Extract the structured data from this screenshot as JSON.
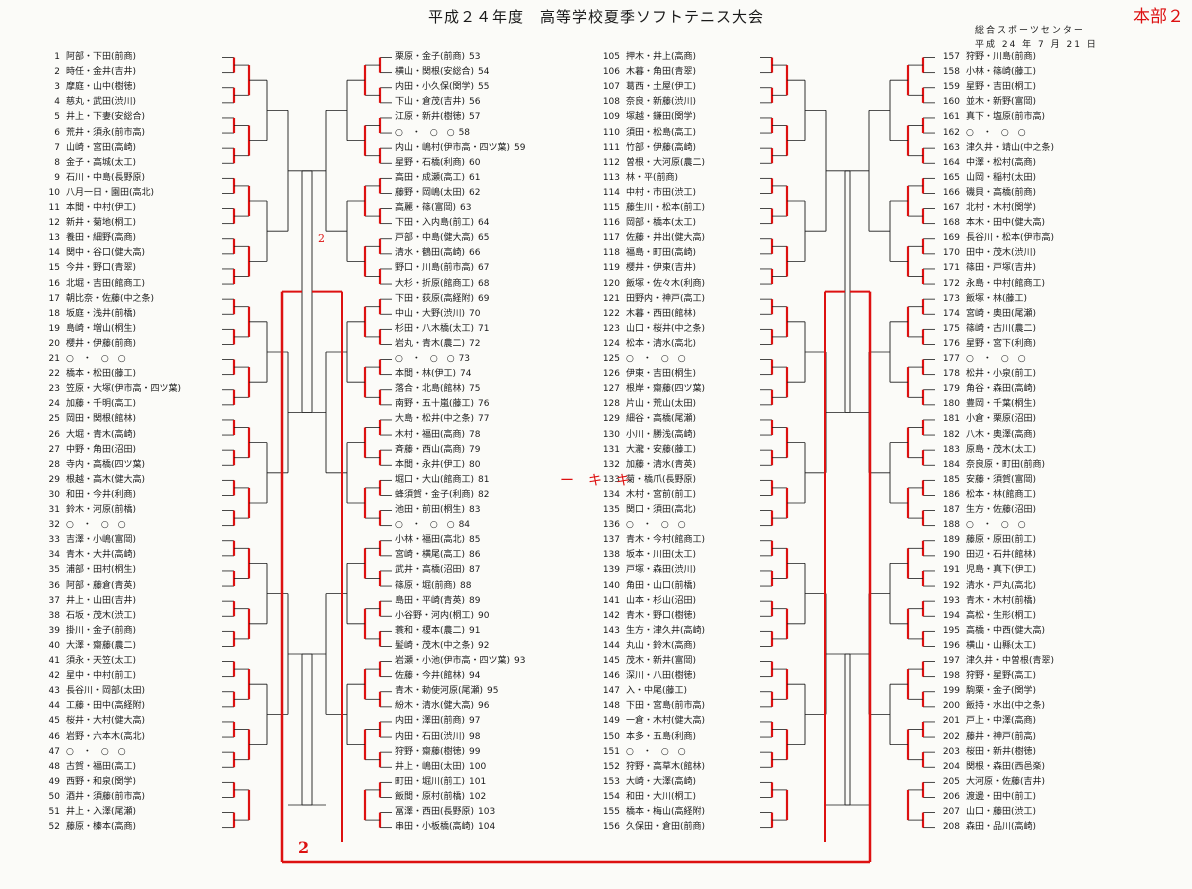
{
  "header": {
    "title": "平成２４年度　高等学校夏季ソフトテニス大会",
    "corner_mark": "本部２",
    "venue": "総合スポーツセンター",
    "date": "平成 24 年 7 月 21 日"
  },
  "col1": [
    {
      "n": "1",
      "t": "阿部・下田(前商)"
    },
    {
      "n": "2",
      "t": "時任・金井(吉井)"
    },
    {
      "n": "3",
      "t": "摩庭・山中(樹徳)"
    },
    {
      "n": "4",
      "t": "慈丸・武田(渋川)"
    },
    {
      "n": "5",
      "t": "井上・下妻(安総合)"
    },
    {
      "n": "6",
      "t": "荒井・須永(前市高)"
    },
    {
      "n": "7",
      "t": "山崎・宮田(高崎)"
    },
    {
      "n": "8",
      "t": "金子・高城(太工)"
    },
    {
      "n": "9",
      "t": "石川・中島(長野原)"
    },
    {
      "n": "10",
      "t": "八月一日・園田(高北)"
    },
    {
      "n": "11",
      "t": "本間・中村(伊工)"
    },
    {
      "n": "12",
      "t": "新井・菊地(桐工)"
    },
    {
      "n": "13",
      "t": "養田・細野(高商)"
    },
    {
      "n": "14",
      "t": "関中・谷口(健大高)"
    },
    {
      "n": "15",
      "t": "今井・野口(青翠)"
    },
    {
      "n": "16",
      "t": "北堀・吉田(館商工)"
    },
    {
      "n": "17",
      "t": "朝比奈・佐藤(中之条)"
    },
    {
      "n": "18",
      "t": "坂庭・浅井(前橋)"
    },
    {
      "n": "19",
      "t": "島崎・増山(桐生)"
    },
    {
      "n": "20",
      "t": "櫻井・伊藤(前商)"
    },
    {
      "n": "21",
      "t": "○　・　○　○"
    },
    {
      "n": "22",
      "t": "橋本・松田(藤工)"
    },
    {
      "n": "23",
      "t": "笠原・大塚(伊市高・四ツ葉)"
    },
    {
      "n": "24",
      "t": "加藤・千明(高工)"
    },
    {
      "n": "25",
      "t": "岡田・関根(館林)"
    },
    {
      "n": "26",
      "t": "大堀・青木(高崎)"
    },
    {
      "n": "27",
      "t": "中野・角田(沼田)"
    },
    {
      "n": "28",
      "t": "寺内・高橋(四ツ葉)"
    },
    {
      "n": "29",
      "t": "根越・高木(健大高)"
    },
    {
      "n": "30",
      "t": "和田・今井(利商)"
    },
    {
      "n": "31",
      "t": "鈴木・河原(前橋)"
    },
    {
      "n": "32",
      "t": "○　・　○　○"
    },
    {
      "n": "33",
      "t": "吉澤・小嶋(富岡)"
    },
    {
      "n": "34",
      "t": "青木・大井(高崎)"
    },
    {
      "n": "35",
      "t": "浦部・田村(桐生)"
    },
    {
      "n": "36",
      "t": "阿部・藤倉(青英)"
    },
    {
      "n": "37",
      "t": "井上・山田(吉井)"
    },
    {
      "n": "38",
      "t": "石坂・茂木(渋工)"
    },
    {
      "n": "39",
      "t": "掛川・金子(前商)"
    },
    {
      "n": "40",
      "t": "大澤・齋藤(農二)"
    },
    {
      "n": "41",
      "t": "須永・天笠(太工)"
    },
    {
      "n": "42",
      "t": "星中・中村(前工)"
    },
    {
      "n": "43",
      "t": "長谷川・岡部(太田)"
    },
    {
      "n": "44",
      "t": "工藤・田中(高経附)"
    },
    {
      "n": "45",
      "t": "桜井・大村(健大高)"
    },
    {
      "n": "46",
      "t": "岩野・六本木(高北)"
    },
    {
      "n": "47",
      "t": "○　・　○　○"
    },
    {
      "n": "48",
      "t": "古賀・福田(高工)"
    },
    {
      "n": "49",
      "t": "西野・和泉(関学)"
    },
    {
      "n": "50",
      "t": "酒井・須藤(前市高)"
    },
    {
      "n": "51",
      "t": "井上・入澤(尾瀬)"
    },
    {
      "n": "52",
      "t": "藤原・榛本(高商)"
    }
  ],
  "col2": [
    {
      "n": "53",
      "t": "栗原・金子(前商)"
    },
    {
      "n": "54",
      "t": "横山・関根(安総合)"
    },
    {
      "n": "55",
      "t": "内田・小久保(関学)"
    },
    {
      "n": "56",
      "t": "下山・倉茂(吉井)"
    },
    {
      "n": "57",
      "t": "江原・新井(樹徳)"
    },
    {
      "n": "58",
      "t": "○　・　○　○"
    },
    {
      "n": "59",
      "t": "内山・嶋村(伊市高・四ツ葉)"
    },
    {
      "n": "60",
      "t": "星野・石橋(利商)"
    },
    {
      "n": "61",
      "t": "高田・成瀬(高工)"
    },
    {
      "n": "62",
      "t": "藤野・岡嶋(太田)"
    },
    {
      "n": "63",
      "t": "高麗・篠(富岡)"
    },
    {
      "n": "64",
      "t": "下田・入内島(前工)"
    },
    {
      "n": "65",
      "t": "戸部・中島(健大高)"
    },
    {
      "n": "66",
      "t": "清水・鶴田(高崎)"
    },
    {
      "n": "67",
      "t": "野口・川島(前市高)"
    },
    {
      "n": "68",
      "t": "大杉・折原(館商工)"
    },
    {
      "n": "69",
      "t": "下田・荻原(高経附)"
    },
    {
      "n": "70",
      "t": "中山・大野(渋川)"
    },
    {
      "n": "71",
      "t": "杉田・八木橋(太工)"
    },
    {
      "n": "72",
      "t": "岩丸・青木(農二)"
    },
    {
      "n": "73",
      "t": "○　・　○　○"
    },
    {
      "n": "74",
      "t": "本間・林(伊工)"
    },
    {
      "n": "75",
      "t": "落合・北島(館林)"
    },
    {
      "n": "76",
      "t": "南野・五十嵐(藤工)"
    },
    {
      "n": "77",
      "t": "大島・松井(中之条)"
    },
    {
      "n": "78",
      "t": "木村・福田(高商)"
    },
    {
      "n": "79",
      "t": "斉藤・西山(高商)"
    },
    {
      "n": "80",
      "t": "本間・永井(伊工)"
    },
    {
      "n": "81",
      "t": "堀口・大山(館商工)"
    },
    {
      "n": "82",
      "t": "蜂須賀・金子(利商)"
    },
    {
      "n": "83",
      "t": "池田・前田(桐生)"
    },
    {
      "n": "84",
      "t": "○　・　○　○"
    },
    {
      "n": "85",
      "t": "小林・福田(高北)"
    },
    {
      "n": "86",
      "t": "宮崎・横尾(高工)"
    },
    {
      "n": "87",
      "t": "武井・高橋(沼田)"
    },
    {
      "n": "88",
      "t": "篠原・堀(前商)"
    },
    {
      "n": "89",
      "t": "島田・平崎(青英)"
    },
    {
      "n": "90",
      "t": "小谷野・河内(桐工)"
    },
    {
      "n": "91",
      "t": "蓑和・榎本(農二)"
    },
    {
      "n": "92",
      "t": "髪崎・茂木(中之条)"
    },
    {
      "n": "93",
      "t": "岩瀬・小池(伊市高・四ツ葉)"
    },
    {
      "n": "94",
      "t": "佐藤・今井(館林)"
    },
    {
      "n": "95",
      "t": "青木・勅使河原(尾瀬)"
    },
    {
      "n": "96",
      "t": "紛木・清水(健大高)"
    },
    {
      "n": "97",
      "t": "内田・澤田(前商)"
    },
    {
      "n": "98",
      "t": "内田・石田(渋川)"
    },
    {
      "n": "99",
      "t": "狩野・齋藤(樹徳)"
    },
    {
      "n": "100",
      "t": "井上・嶋田(太田)"
    },
    {
      "n": "101",
      "t": "町田・堀川(前工)"
    },
    {
      "n": "102",
      "t": "飯間・原村(前橋)"
    },
    {
      "n": "103",
      "t": "冨澤・西田(長野原)"
    },
    {
      "n": "104",
      "t": "串田・小板橋(高崎)"
    }
  ],
  "col3": [
    {
      "n": "105",
      "t": "押木・井上(高商)"
    },
    {
      "n": "106",
      "t": "木暮・角田(青翠)"
    },
    {
      "n": "107",
      "t": "葛西・土屋(伊工)"
    },
    {
      "n": "108",
      "t": "奈良・新藤(渋川)"
    },
    {
      "n": "109",
      "t": "塚越・鎌田(関学)"
    },
    {
      "n": "110",
      "t": "須田・松島(高工)"
    },
    {
      "n": "111",
      "t": "竹部・伊藤(高崎)"
    },
    {
      "n": "112",
      "t": "曽根・大河原(農二)"
    },
    {
      "n": "113",
      "t": "林・平(前商)"
    },
    {
      "n": "114",
      "t": "中村・市田(渋工)"
    },
    {
      "n": "115",
      "t": "藤生川・松本(前工)"
    },
    {
      "n": "116",
      "t": "岡部・橋本(太工)"
    },
    {
      "n": "117",
      "t": "佐藤・井出(健大高)"
    },
    {
      "n": "118",
      "t": "福島・町田(高崎)"
    },
    {
      "n": "119",
      "t": "櫻井・伊東(吉井)"
    },
    {
      "n": "120",
      "t": "飯塚・佐々木(利商)"
    },
    {
      "n": "121",
      "t": "田野内・神戸(高工)"
    },
    {
      "n": "122",
      "t": "木暮・西田(館林)"
    },
    {
      "n": "123",
      "t": "山口・桜井(中之条)"
    },
    {
      "n": "124",
      "t": "松本・清水(高北)"
    },
    {
      "n": "125",
      "t": "○　・　○　○"
    },
    {
      "n": "126",
      "t": "伊東・吉田(桐生)"
    },
    {
      "n": "127",
      "t": "根岸・齋藤(四ツ葉)"
    },
    {
      "n": "128",
      "t": "片山・荒山(太田)"
    },
    {
      "n": "129",
      "t": "細谷・高橋(尾瀬)"
    },
    {
      "n": "130",
      "t": "小川・勝浅(高崎)"
    },
    {
      "n": "131",
      "t": "大瀧・安藤(藤工)"
    },
    {
      "n": "132",
      "t": "加藤・清水(青英)"
    },
    {
      "n": "133",
      "t": "菊・橋爪(長野原)"
    },
    {
      "n": "134",
      "t": "木村・宮前(前工)"
    },
    {
      "n": "135",
      "t": "関口・須田(高北)"
    },
    {
      "n": "136",
      "t": "○　・　○　○"
    },
    {
      "n": "137",
      "t": "青木・今村(館商工)"
    },
    {
      "n": "138",
      "t": "坂本・川田(太工)"
    },
    {
      "n": "139",
      "t": "戸塚・森田(渋川)"
    },
    {
      "n": "140",
      "t": "角田・山口(前橋)"
    },
    {
      "n": "141",
      "t": "山本・杉山(沼田)"
    },
    {
      "n": "142",
      "t": "青木・野口(樹徳)"
    },
    {
      "n": "143",
      "t": "生方・津久井(高崎)"
    },
    {
      "n": "144",
      "t": "丸山・鈴木(高商)"
    },
    {
      "n": "145",
      "t": "茂木・新井(富岡)"
    },
    {
      "n": "146",
      "t": "深川・八田(樹徳)"
    },
    {
      "n": "147",
      "t": "入・中尾(藤工)"
    },
    {
      "n": "148",
      "t": "下田・宮島(前市高)"
    },
    {
      "n": "149",
      "t": "一倉・木村(健大高)"
    },
    {
      "n": "150",
      "t": "本多・五島(利商)"
    },
    {
      "n": "151",
      "t": "○　・　○　○"
    },
    {
      "n": "152",
      "t": "狩野・高草木(館林)"
    },
    {
      "n": "153",
      "t": "大崎・大澤(高崎)"
    },
    {
      "n": "154",
      "t": "和田・大川(桐工)"
    },
    {
      "n": "155",
      "t": "橋本・梅山(高経附)"
    },
    {
      "n": "156",
      "t": "久保田・倉田(前商)"
    }
  ],
  "col4": [
    {
      "n": "157",
      "t": "狩野・川島(前商)"
    },
    {
      "n": "158",
      "t": "小林・篠崎(藤工)"
    },
    {
      "n": "159",
      "t": "星野・吉田(桐工)"
    },
    {
      "n": "160",
      "t": "並木・新野(富岡)"
    },
    {
      "n": "161",
      "t": "真下・塩原(前市高)"
    },
    {
      "n": "162",
      "t": "○　・　○　○"
    },
    {
      "n": "163",
      "t": "津久井・靖山(中之条)"
    },
    {
      "n": "164",
      "t": "中澤・松村(高商)"
    },
    {
      "n": "165",
      "t": "山岡・稲村(太田)"
    },
    {
      "n": "166",
      "t": "磯貝・高橋(前商)"
    },
    {
      "n": "167",
      "t": "北村・木村(関学)"
    },
    {
      "n": "168",
      "t": "本木・田中(健大高)"
    },
    {
      "n": "169",
      "t": "長谷川・松本(伊市高)"
    },
    {
      "n": "170",
      "t": "田中・茂木(渋川)"
    },
    {
      "n": "171",
      "t": "篠田・戸塚(吉井)"
    },
    {
      "n": "172",
      "t": "永島・中村(館商工)"
    },
    {
      "n": "173",
      "t": "飯塚・林(藤工)"
    },
    {
      "n": "174",
      "t": "宮崎・奥田(尾瀬)"
    },
    {
      "n": "175",
      "t": "篠崎・古川(農二)"
    },
    {
      "n": "176",
      "t": "星野・宮下(利商)"
    },
    {
      "n": "177",
      "t": "○　・　○　○"
    },
    {
      "n": "178",
      "t": "松井・小泉(前工)"
    },
    {
      "n": "179",
      "t": "角谷・森田(高崎)"
    },
    {
      "n": "180",
      "t": "豊岡・千葉(桐生)"
    },
    {
      "n": "181",
      "t": "小倉・栗原(沼田)"
    },
    {
      "n": "182",
      "t": "八木・奥澤(高商)"
    },
    {
      "n": "183",
      "t": "原島・茂木(太工)"
    },
    {
      "n": "184",
      "t": "奈良原・町田(前商)"
    },
    {
      "n": "185",
      "t": "安藤・須賀(富岡)"
    },
    {
      "n": "186",
      "t": "松本・林(館商工)"
    },
    {
      "n": "187",
      "t": "生方・佐藤(沼田)"
    },
    {
      "n": "188",
      "t": "○　・　○　○"
    },
    {
      "n": "189",
      "t": "藤原・原田(前工)"
    },
    {
      "n": "190",
      "t": "田辺・石井(館林)"
    },
    {
      "n": "191",
      "t": "児島・真下(伊工)"
    },
    {
      "n": "192",
      "t": "清水・戸丸(高北)"
    },
    {
      "n": "193",
      "t": "青木・木村(前橋)"
    },
    {
      "n": "194",
      "t": "高松・生形(桐工)"
    },
    {
      "n": "195",
      "t": "高橋・中西(健大高)"
    },
    {
      "n": "196",
      "t": "横山・山縣(太工)"
    },
    {
      "n": "197",
      "t": "津久井・中曽根(青翠)"
    },
    {
      "n": "198",
      "t": "狩野・星野(高工)"
    },
    {
      "n": "199",
      "t": "駒栗・金子(関学)"
    },
    {
      "n": "200",
      "t": "飯持・水出(中之条)"
    },
    {
      "n": "201",
      "t": "戸上・中澤(高商)"
    },
    {
      "n": "202",
      "t": "藤井・神戸(前高)"
    },
    {
      "n": "203",
      "t": "桜田・新井(樹徳)"
    },
    {
      "n": "204",
      "t": "関根・森田(西邑楽)"
    },
    {
      "n": "205",
      "t": "大河原・佐藤(吉井)"
    },
    {
      "n": "206",
      "t": "渡邊・田中(前工)"
    },
    {
      "n": "207",
      "t": "山口・藤田(渋工)"
    },
    {
      "n": "208",
      "t": "森田・品川(高崎)"
    }
  ],
  "annotations": {
    "center_note": "ー　キ　キ",
    "left_big_mark": "2",
    "bottom_mark": "2"
  },
  "colors": {
    "ink": "#1a1a1a",
    "red_pen": "#d11"
  }
}
